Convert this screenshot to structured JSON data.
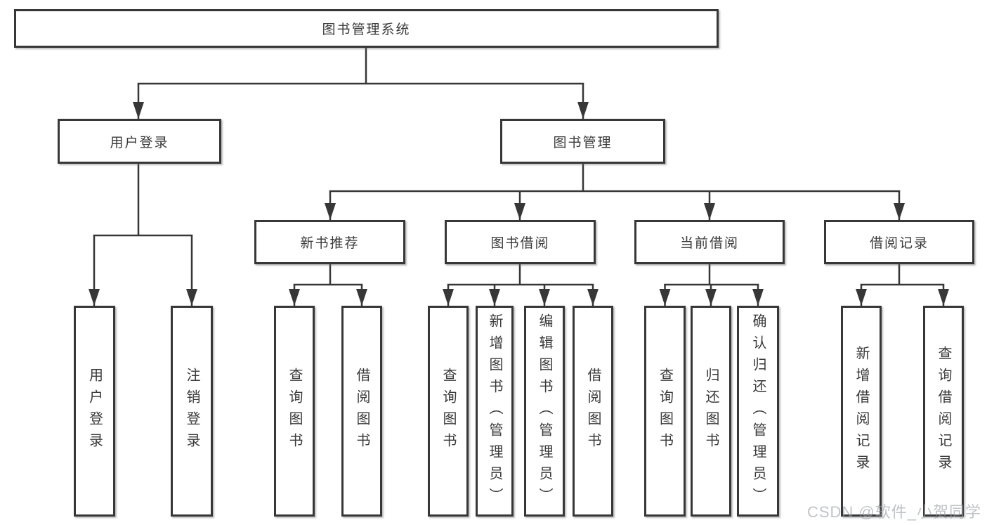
{
  "tree": {
    "label": "图书管理系统",
    "children": [
      {
        "label": "用户登录",
        "children": [
          {
            "label": "用户登录"
          },
          {
            "label": "注销登录"
          }
        ]
      },
      {
        "label": "图书管理",
        "children": [
          {
            "label": "新书推荐",
            "children": [
              {
                "label": "查询图书"
              },
              {
                "label": "借阅图书"
              }
            ]
          },
          {
            "label": "图书借阅",
            "children": [
              {
                "label": "查询图书"
              },
              {
                "label": "新增图书（管理员）"
              },
              {
                "label": "编辑图书（管理员）"
              },
              {
                "label": "借阅图书"
              }
            ]
          },
          {
            "label": "当前借阅",
            "children": [
              {
                "label": "查询图书"
              },
              {
                "label": "归还图书"
              },
              {
                "label": "确认归还（管理员）"
              }
            ]
          },
          {
            "label": "借阅记录",
            "children": [
              {
                "label": "新增借阅记录"
              },
              {
                "label": "查询借阅记录"
              }
            ]
          }
        ]
      }
    ]
  },
  "watermark": {
    "text": "CSDN @软件_小贺同学"
  },
  "colors": {
    "line": "#373737",
    "box_border": "#373737",
    "text": "#3a3a3a",
    "background": "#ffffff",
    "watermark": "#9aa0a6"
  }
}
